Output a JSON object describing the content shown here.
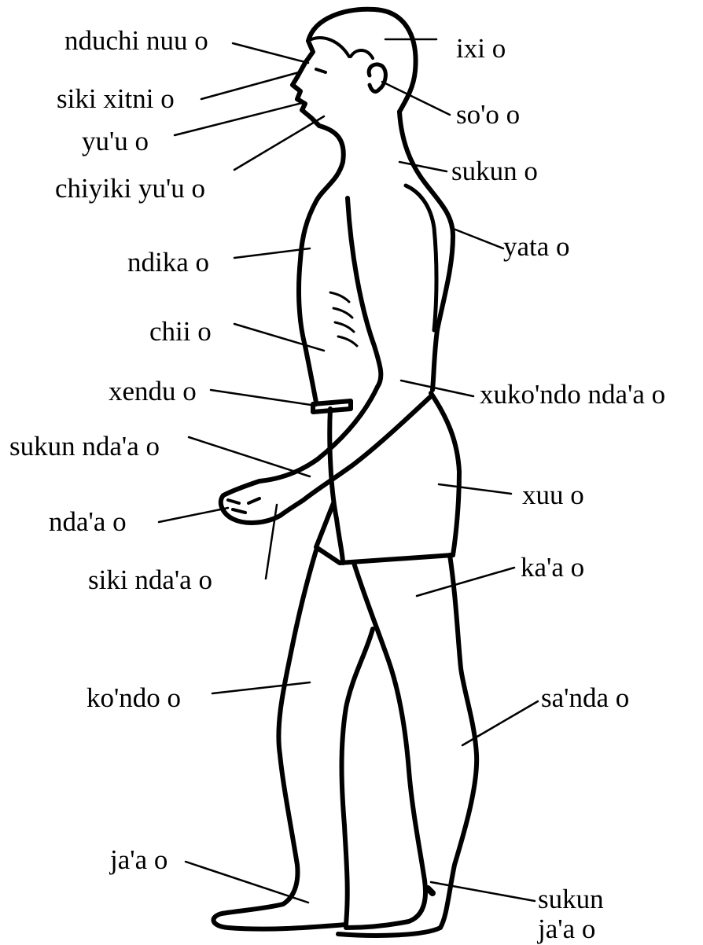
{
  "diagram": {
    "labels": {
      "head": "ixi o",
      "forehead": "nduchi nuu o",
      "nose": "siki xitni o",
      "mouth": "yu'u o",
      "chin": "chiyiki yu'u o",
      "ear": "so'o o",
      "neck": "sukun o",
      "back": "yata o",
      "chest": "ndika o",
      "ribs": "chii o",
      "elbow": "xuko'ndo nda'a o",
      "waist": "xendu o",
      "wrist": "sukun nda'a o",
      "hip": "xuu o",
      "hand": "nda'a o",
      "finger": "siki nda'a o",
      "thigh": "ka'a o",
      "knee": "ko'ndo o",
      "calf": "sa'nda o",
      "foot": "ja'a o",
      "ankle_line1": "sukun",
      "ankle_line2": "ja'a o"
    }
  }
}
